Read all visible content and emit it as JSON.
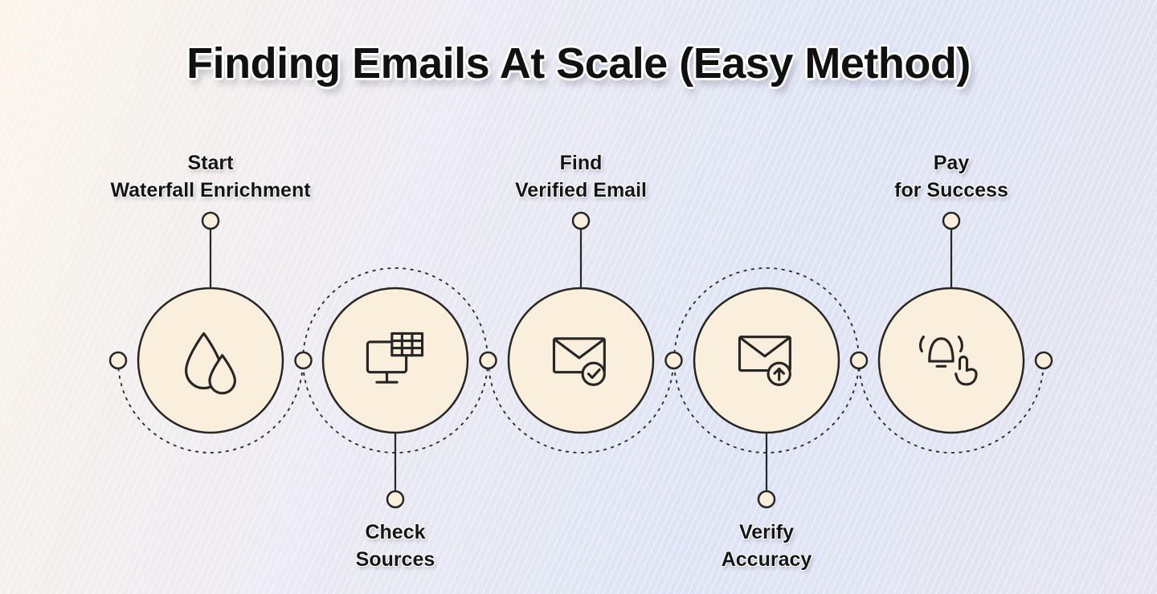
{
  "title": "Finding Emails At Scale (Easy Method)",
  "steps": [
    {
      "id": 1,
      "label_line1": "Start",
      "label_line2": "Waterfall Enrichment",
      "label_position": "above",
      "icon": "water-drops-icon"
    },
    {
      "id": 2,
      "label_line1": "Check",
      "label_line2": "Sources",
      "label_position": "below",
      "icon": "monitor-spreadsheet-icon"
    },
    {
      "id": 3,
      "label_line1": "Find",
      "label_line2": "Verified Email",
      "label_position": "above",
      "icon": "email-check-icon"
    },
    {
      "id": 4,
      "label_line1": "Verify",
      "label_line2": "Accuracy",
      "label_position": "below",
      "icon": "email-up-arrow-icon"
    },
    {
      "id": 5,
      "label_line1": "Pay",
      "label_line2": "for Success",
      "label_position": "above",
      "icon": "bell-tap-icon"
    }
  ],
  "colors": {
    "ink": "#262626",
    "circle_fill": "#FAEFDC",
    "title_color": "#111111",
    "background_warm": "#FBF5EA",
    "background_blue": "#DEE4F4",
    "background_lavender": "#E6E4F1"
  }
}
